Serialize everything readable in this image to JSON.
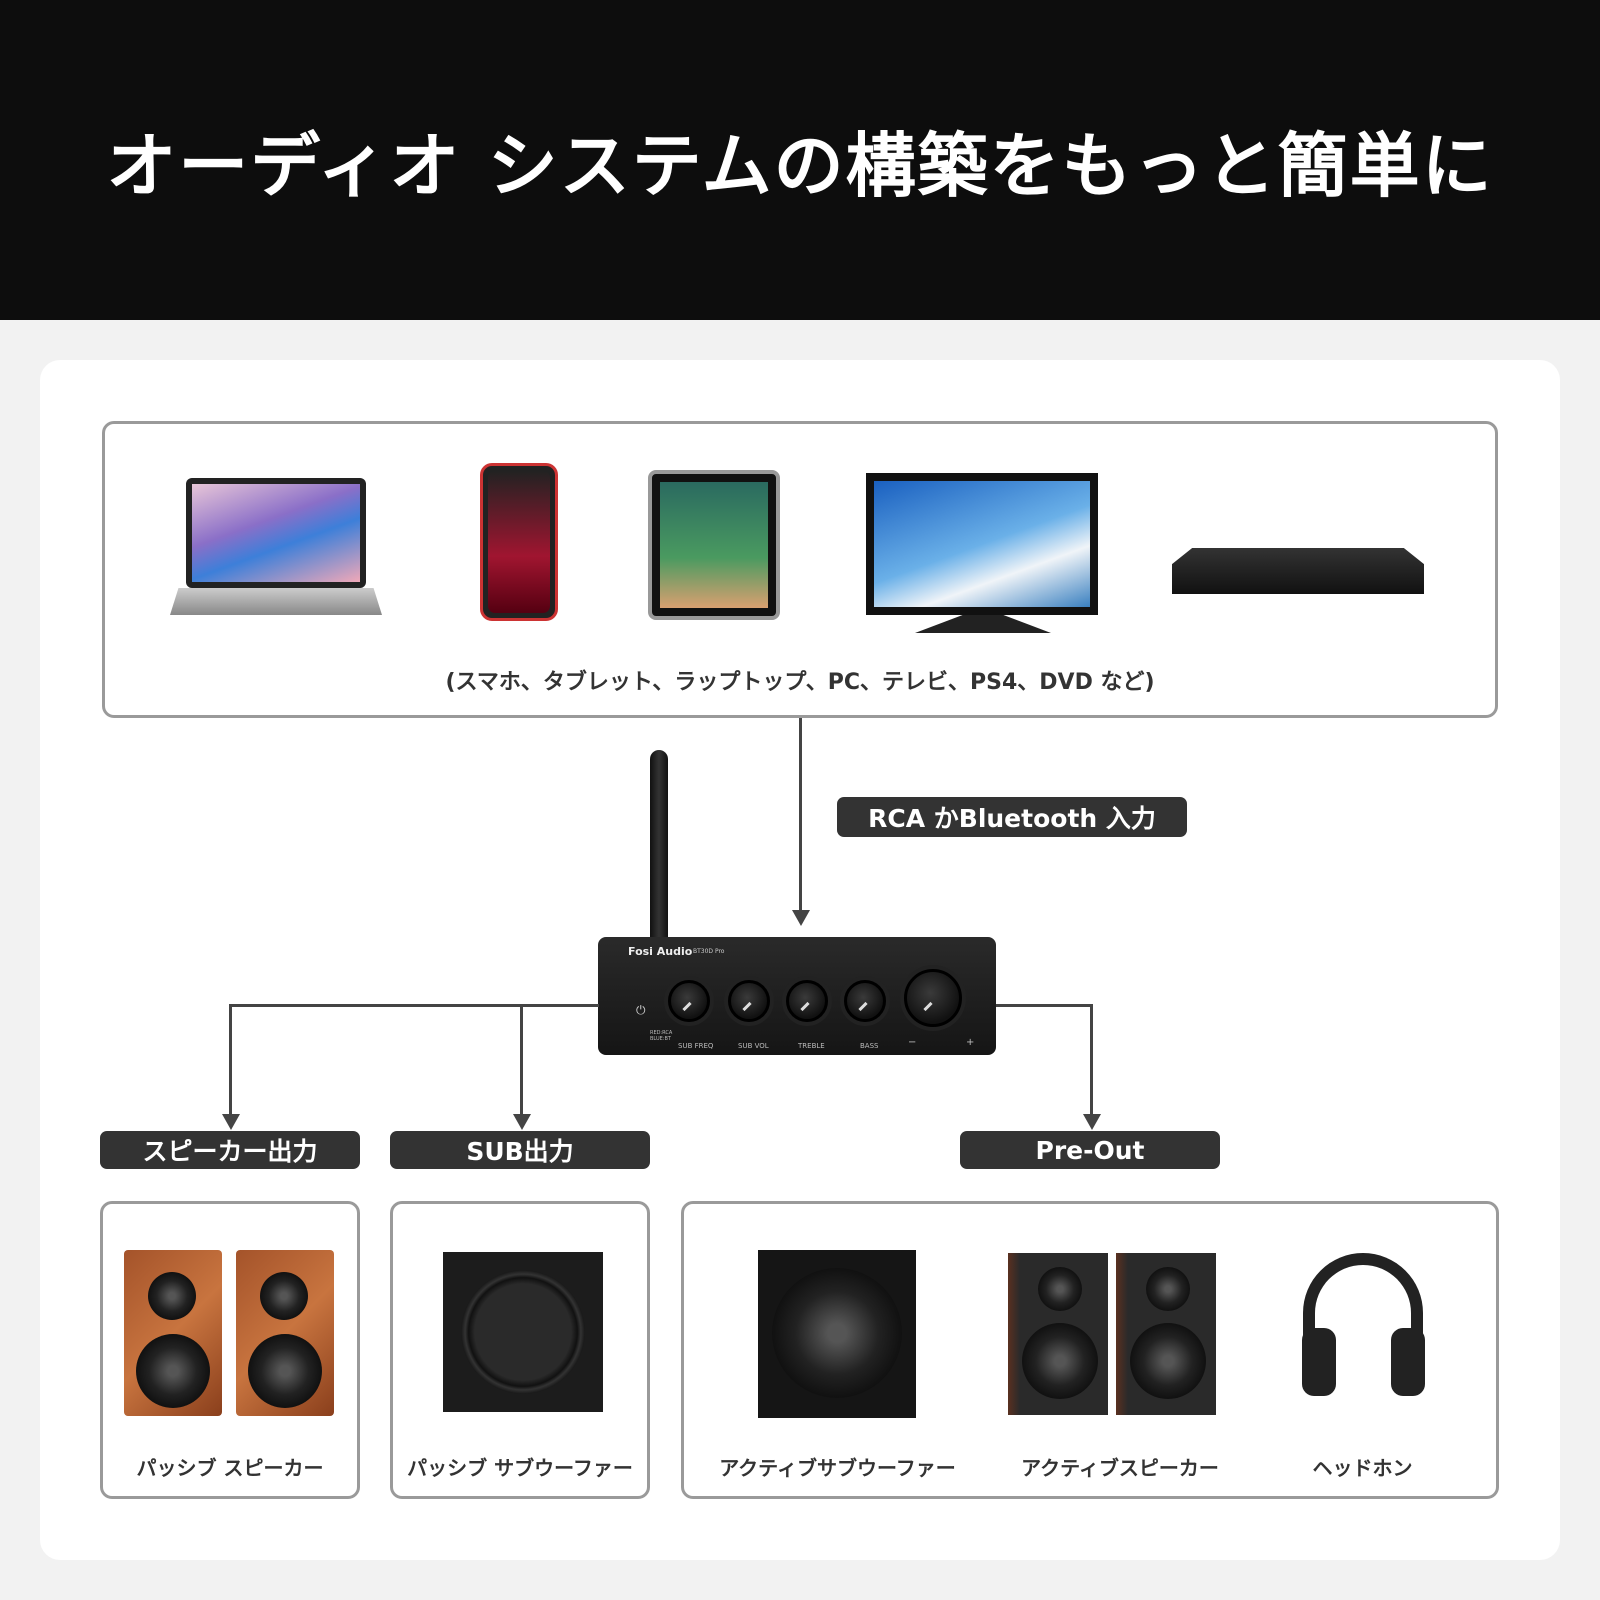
{
  "header": {
    "title": "オーディオ システムの構築をもっと簡単に"
  },
  "sources": {
    "devices": [
      "laptop",
      "smartphone",
      "tablet",
      "television",
      "dvd-player"
    ],
    "caption": "(スマホ、タブレット、ラップトップ、PC、テレビ、PS4、DVD など)"
  },
  "input_label": "RCA かBluetooth 入力",
  "amplifier": {
    "brand": "Fosi Audio",
    "model": "BT30D Pro",
    "knobs": [
      "SUB FREQ",
      "SUB VOL",
      "TREBLE",
      "BASS"
    ],
    "volume_minus": "−",
    "volume_plus": "+",
    "led_text": "RED:RCA BLUE:BT"
  },
  "outputs": [
    {
      "label": "スピーカー出力",
      "items": [
        "パッシブ スピーカー"
      ]
    },
    {
      "label": "SUB出力",
      "items": [
        "パッシブ サブウーファー"
      ]
    },
    {
      "label": "Pre-Out",
      "items": [
        "アクティブサブウーファー",
        "アクティブスピーカー",
        "ヘッドホン"
      ]
    }
  ]
}
